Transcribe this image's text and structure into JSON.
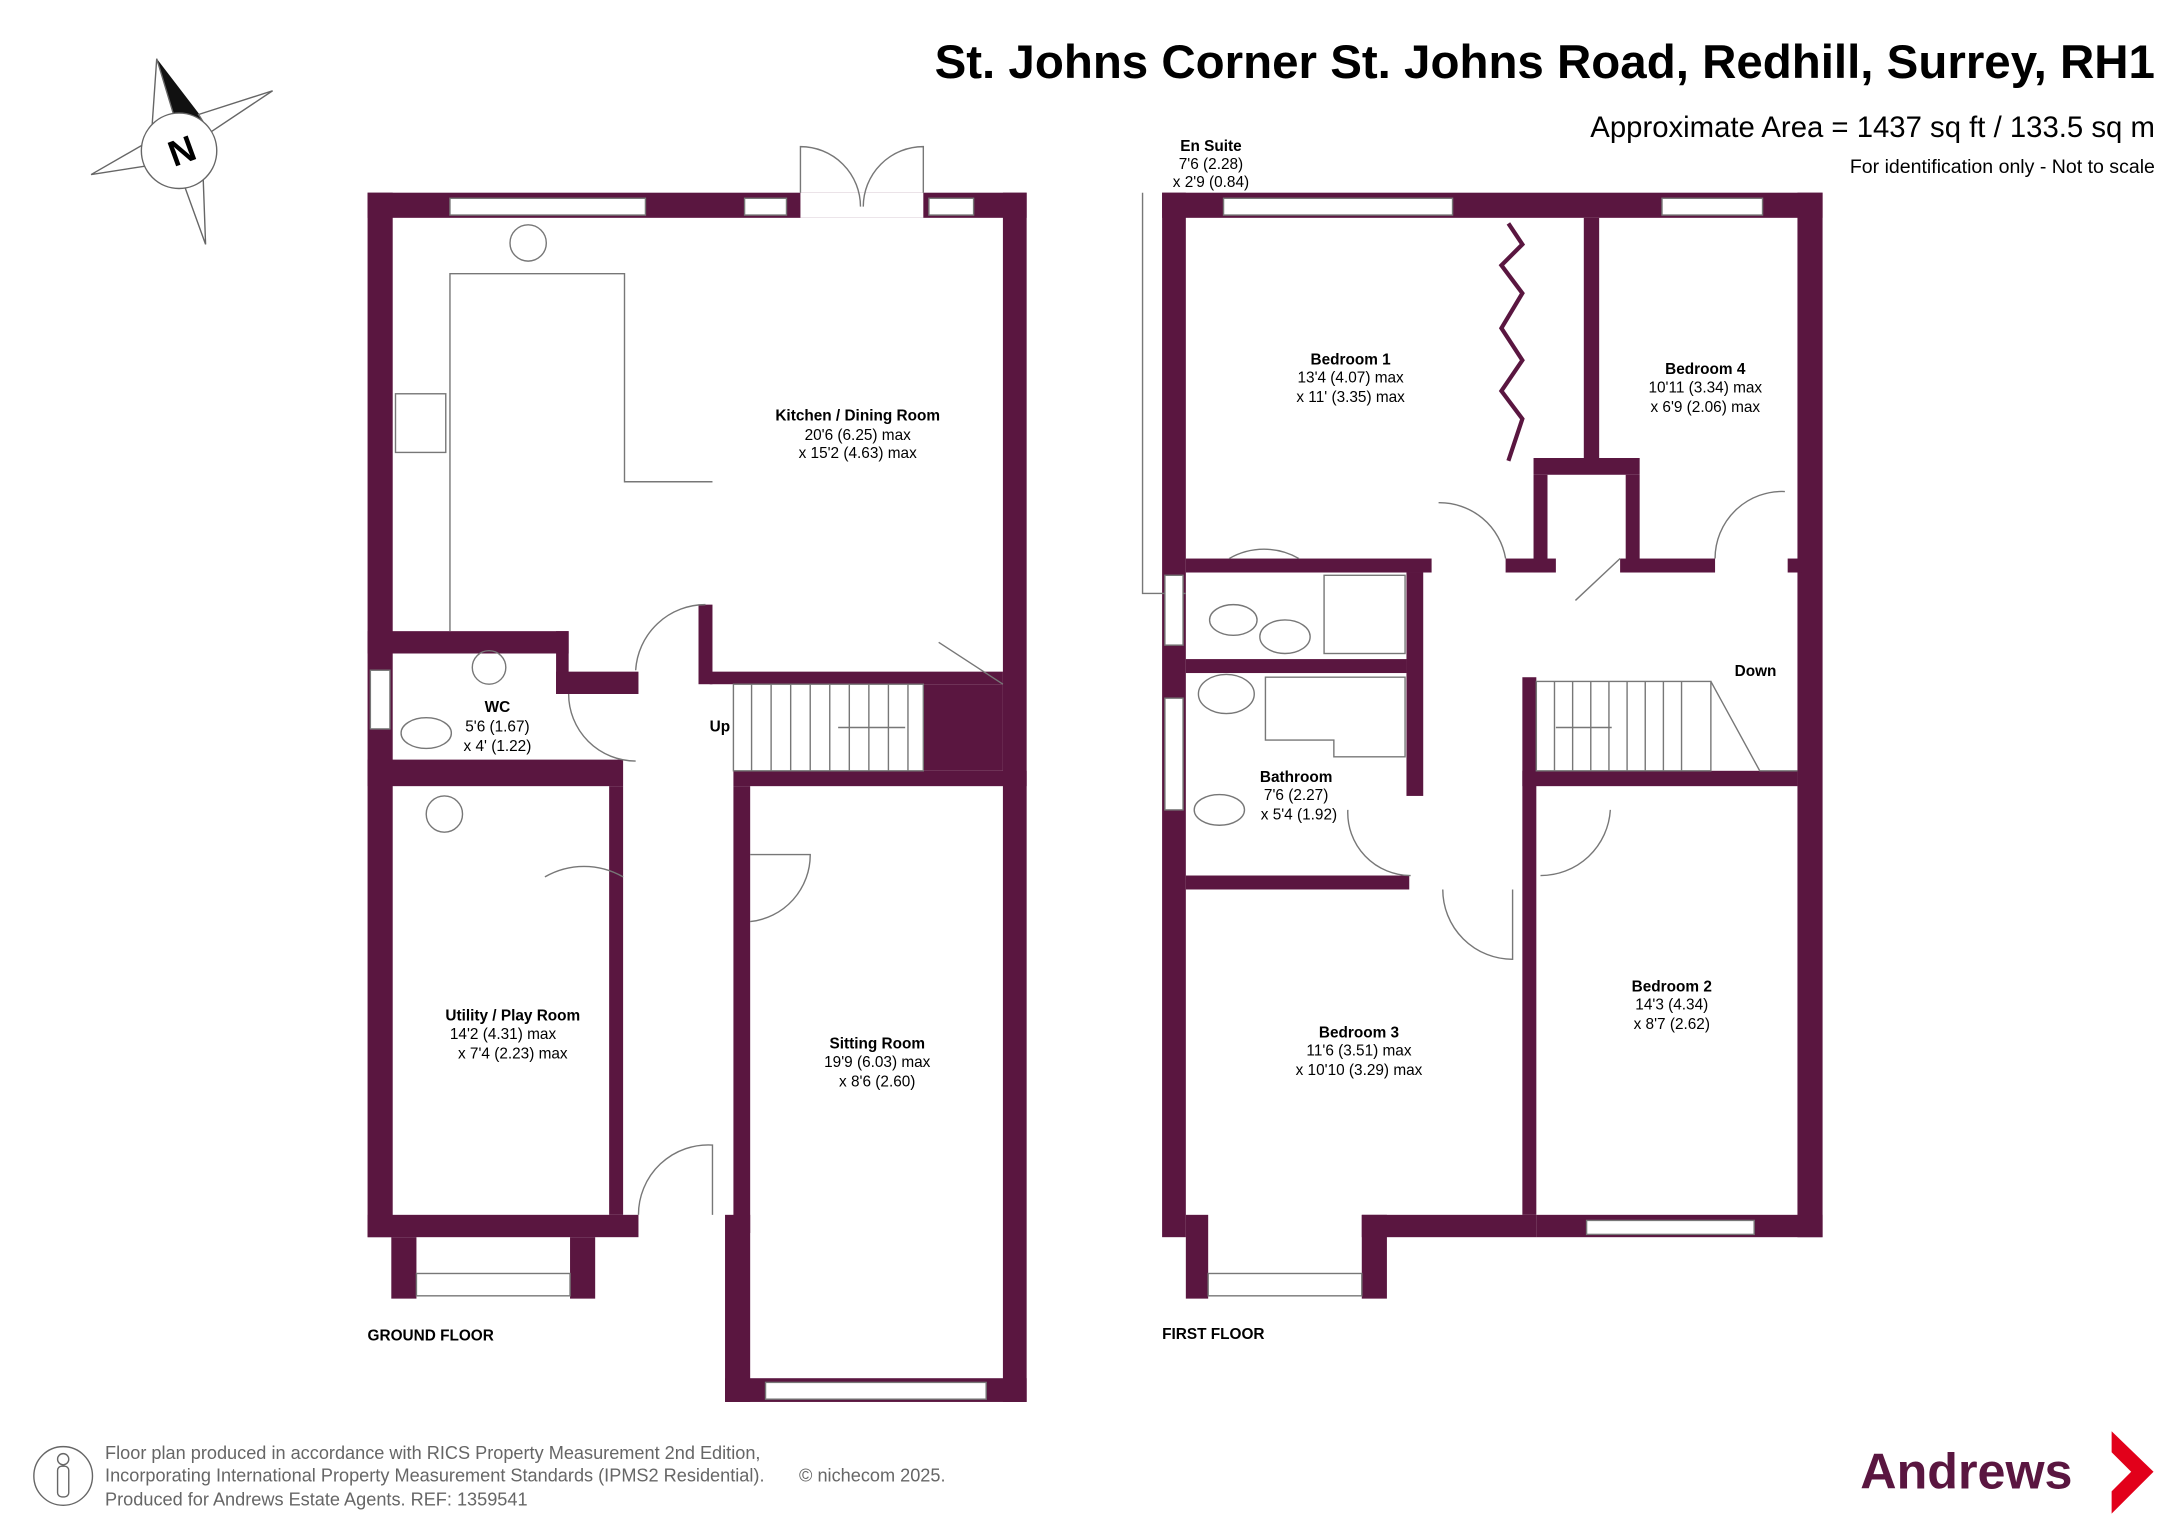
{
  "header": {
    "title": "St. Johns Corner St. Johns Road, Redhill, Surrey, RH1",
    "area": "Approximate Area = 1437 sq ft / 133.5 sq m",
    "disclaimer": "For identification only - Not to scale"
  },
  "compass": {
    "label": "N"
  },
  "ground_floor": {
    "label": "GROUND FLOOR",
    "stairs_label": "Up",
    "rooms": [
      {
        "name": "Kitchen / Dining Room",
        "dim1": "20'6 (6.25) max",
        "dim2": "x 15'2 (4.63) max"
      },
      {
        "name": "WC",
        "dim1": "5'6 (1.67)",
        "dim2": "x 4' (1.22)"
      },
      {
        "name": "Utility / Play Room",
        "dim1": "14'2 (4.31) max",
        "dim2": "x 7'4 (2.23) max"
      },
      {
        "name": "Sitting Room",
        "dim1": "19'9 (6.03) max",
        "dim2": "x 8'6 (2.60)"
      }
    ]
  },
  "first_floor": {
    "label": "FIRST FLOOR",
    "stairs_label": "Down",
    "rooms": [
      {
        "name": "En Suite",
        "dim1": "7'6 (2.28)",
        "dim2": "x 2'9 (0.84)"
      },
      {
        "name": "Bedroom 1",
        "dim1": "13'4 (4.07) max",
        "dim2": "x 11' (3.35) max"
      },
      {
        "name": "Bedroom 4",
        "dim1": "10'11 (3.34) max",
        "dim2": "x 6'9 (2.06) max"
      },
      {
        "name": "Bathroom",
        "dim1": "7'6 (2.27)",
        "dim2": "x 5'4 (1.92)"
      },
      {
        "name": "Bedroom 3",
        "dim1": "11'6 (3.51) max",
        "dim2": "x 10'10 (3.29) max"
      },
      {
        "name": "Bedroom 2",
        "dim1": "14'3 (4.34)",
        "dim2": "x 8'7 (2.62)"
      }
    ]
  },
  "footer": {
    "line1": "Floor plan produced in accordance with RICS Property Measurement 2nd Edition,",
    "line2": "Incorporating International Property Measurement Standards (IPMS2 Residential).",
    "copyright": "© nichecom 2025.",
    "line3": "Produced for Andrews Estate Agents.   REF: 1359541"
  },
  "brand": {
    "name": "Andrews",
    "color": "#5a1640",
    "accent": "#e2001a"
  }
}
